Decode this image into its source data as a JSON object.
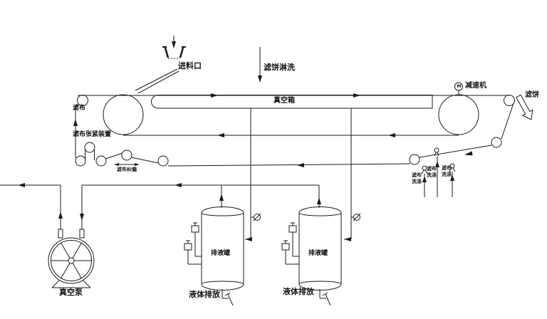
{
  "labels": {
    "feed_inlet": "进料口",
    "cake_rinse": "滤饼淋洗",
    "vacuum_box": "真空箱",
    "reducer": "减速机",
    "filter_cake": "滤饼",
    "filter_cloth": "滤布",
    "cloth_tensioner": "滤布张紧装置",
    "cloth_aligner": "滤布纠偏",
    "motor": "M",
    "vacuum_pump": "真空泵",
    "cloth_wash": [
      {
        "line1": "滤布",
        "line2": "洗涤"
      },
      {
        "line1": "滤布",
        "line2": "洗涤"
      },
      {
        "line1": "滤布",
        "line2": "洗涤"
      }
    ],
    "tanks": [
      {
        "name": "排液罐",
        "discharge": "液体排放"
      },
      {
        "name": "排液罐",
        "discharge": "液体排放"
      }
    ]
  },
  "colors": {
    "line": "#1a1a1a",
    "background": "#ffffff"
  }
}
